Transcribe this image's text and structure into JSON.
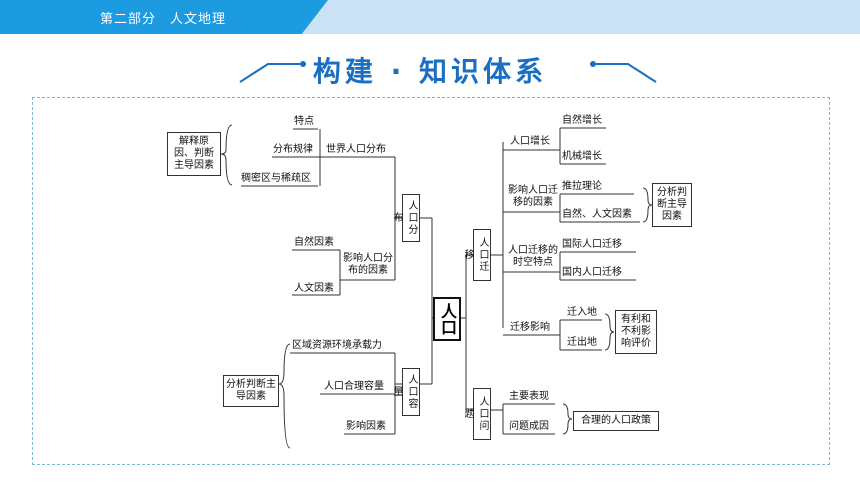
{
  "header": {
    "tab_label": "第二部分　人文地理"
  },
  "title": "构建 · 知识体系",
  "center": "人口",
  "left": {
    "distribution": {
      "branch": "人口分布",
      "sub": "世界人口分布",
      "items": [
        "特点",
        "分布规律",
        "稠密区与稀疏区"
      ],
      "side_box": "解释原因、判断主导因素",
      "factors_label": "影响人口分布的因素",
      "factors": [
        "自然因素",
        "人文因素"
      ]
    },
    "capacity": {
      "branch": "人口容量",
      "items": [
        "区域资源环境承载力",
        "人口合理容量",
        "影响因素"
      ],
      "side_box": "分析判断主导因素"
    }
  },
  "right": {
    "migration": {
      "branch": "人口迁移",
      "groups": [
        {
          "label": "人口增长",
          "items": [
            "自然增长",
            "机械增长"
          ]
        },
        {
          "label": "影响人口迁移的因素",
          "items": [
            "推拉理论",
            "自然、人文因素"
          ],
          "side_box": "分析判断主导因素"
        },
        {
          "label": "人口迁移的时空特点",
          "items": [
            "国际人口迁移",
            "国内人口迁移"
          ]
        },
        {
          "label": "迁移影响",
          "items": [
            "迁入地",
            "迁出地"
          ],
          "side_box": "有利和不利影响评价"
        }
      ]
    },
    "problems": {
      "branch": "人口问题",
      "items": [
        "主要表现",
        "问题成因"
      ],
      "side_box": "合理的人口政策"
    }
  }
}
